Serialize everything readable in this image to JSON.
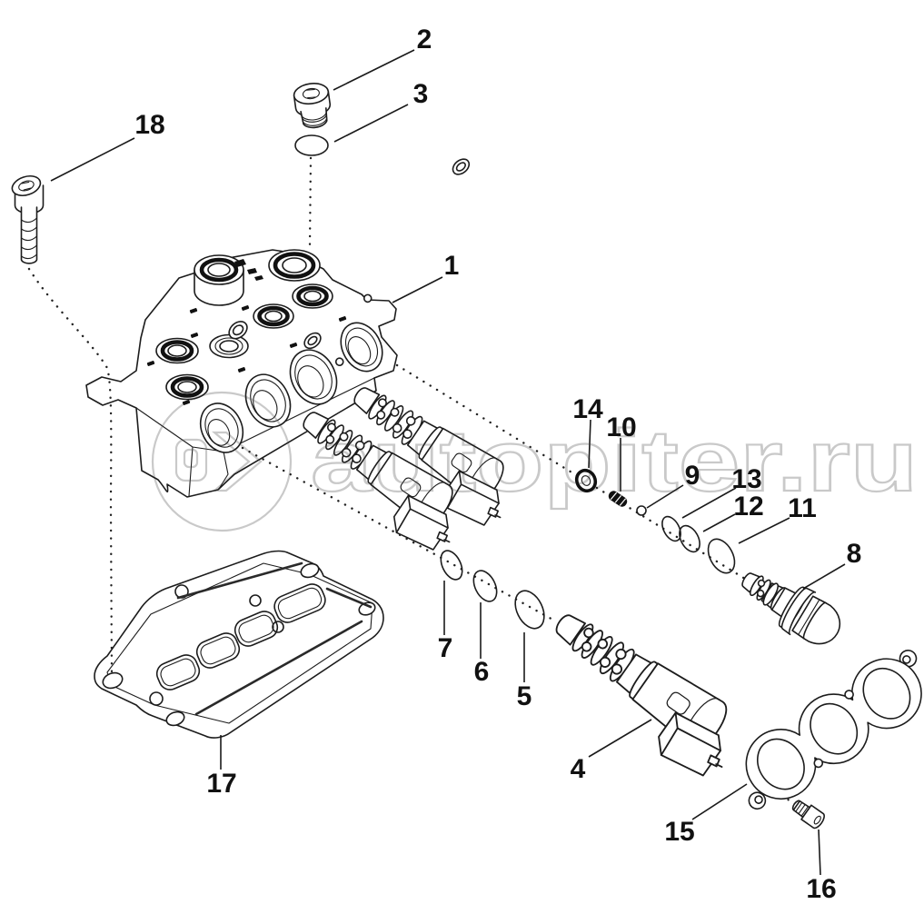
{
  "watermark": {
    "text": "autopiter.ru"
  },
  "colors": {
    "line_color": "#1c1c1c",
    "watermark_color": "#c9c9c9",
    "background": "#ffffff"
  },
  "callouts": [
    {
      "label": "1"
    },
    {
      "label": "2"
    },
    {
      "label": "3"
    },
    {
      "label": "4"
    },
    {
      "label": "5"
    },
    {
      "label": "6"
    },
    {
      "label": "7"
    },
    {
      "label": "8"
    },
    {
      "label": "9"
    },
    {
      "label": "10"
    },
    {
      "label": "11"
    },
    {
      "label": "12"
    },
    {
      "label": "13"
    },
    {
      "label": "14"
    },
    {
      "label": "15"
    },
    {
      "label": "16"
    },
    {
      "label": "17"
    },
    {
      "label": "18"
    }
  ]
}
